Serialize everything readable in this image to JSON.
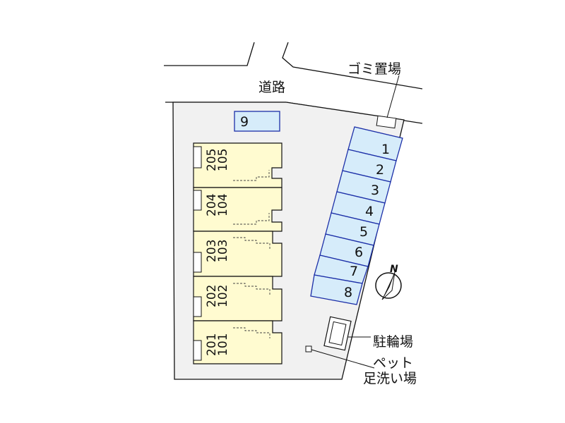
{
  "road_label": "道路",
  "garbage_label": "ゴミ置場",
  "bicycle_label": "駐輪場",
  "pet_label_line1": "ペット",
  "pet_label_line2": "足洗い場",
  "compass_label": "N",
  "parking_slots": [
    "1",
    "2",
    "3",
    "4",
    "5",
    "6",
    "7",
    "8"
  ],
  "extra_slot": "9",
  "buildings": [
    {
      "upper": "205",
      "lower": "105"
    },
    {
      "upper": "204",
      "lower": "104"
    },
    {
      "upper": "203",
      "lower": "103"
    },
    {
      "upper": "202",
      "lower": "102"
    },
    {
      "upper": "201",
      "lower": "101"
    }
  ],
  "colors": {
    "lot": "#f1f1f1",
    "building": "#fffbd0",
    "parking": "#d6ecfa",
    "parking_stroke": "#1c2fa8",
    "outline": "#111111"
  }
}
